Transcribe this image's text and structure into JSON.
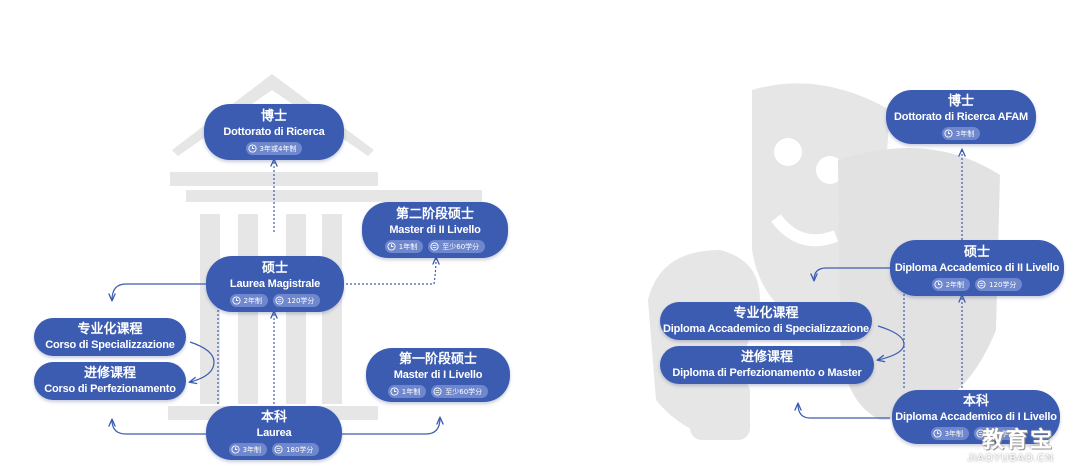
{
  "italy_university": {
    "doctorate": {
      "cn": "博士",
      "it": "Dottorato di Ricerca",
      "duration": "3年或4年制"
    },
    "master2": {
      "cn": "第二阶段硕士",
      "it": "Master di II Livello",
      "duration": "1年制",
      "credits": "至少60学分"
    },
    "magistrale": {
      "cn": "硕士",
      "it": "Laurea Magistrale",
      "duration": "2年制",
      "credits": "120学分"
    },
    "specializzazione": {
      "cn": "专业化课程",
      "it": "Corso di Specializzazione"
    },
    "perfezionamento": {
      "cn": "进修课程",
      "it": "Corso di Perfezionamento"
    },
    "master1": {
      "cn": "第一阶段硕士",
      "it": "Master di I Livello",
      "duration": "1年制",
      "credits": "至少60学分"
    },
    "laurea": {
      "cn": "本科",
      "it": "Laurea",
      "duration": "3年制",
      "credits": "180学分"
    }
  },
  "italy_afam": {
    "doctorate": {
      "cn": "博士",
      "it": "Dottorato di Ricerca AFAM",
      "duration": "3年制"
    },
    "master": {
      "cn": "硕士",
      "it": "Diploma Accademico di II Livello",
      "duration": "2年制",
      "credits": "120学分"
    },
    "specializzazione": {
      "cn": "专业化课程",
      "it": "Diploma Accademico di Specializzazione"
    },
    "perfezionamento": {
      "cn": "进修课程",
      "it": "Diploma di Perfezionamento o Master"
    },
    "bachelor": {
      "cn": "本科",
      "it": "Diploma Accademico di I Livello",
      "duration": "3年制",
      "credits": "180学分"
    }
  },
  "watermark": {
    "brand": "教育宝",
    "url": "JIAOYUBAO.CN"
  },
  "colors": {
    "node": "#3c5cb2",
    "chip": "#6f87cc",
    "line": "#3c5cb2",
    "watermark_shape": "#e6e6e6"
  },
  "icons": {
    "duration": "clock-icon",
    "credits": "credits-icon"
  }
}
